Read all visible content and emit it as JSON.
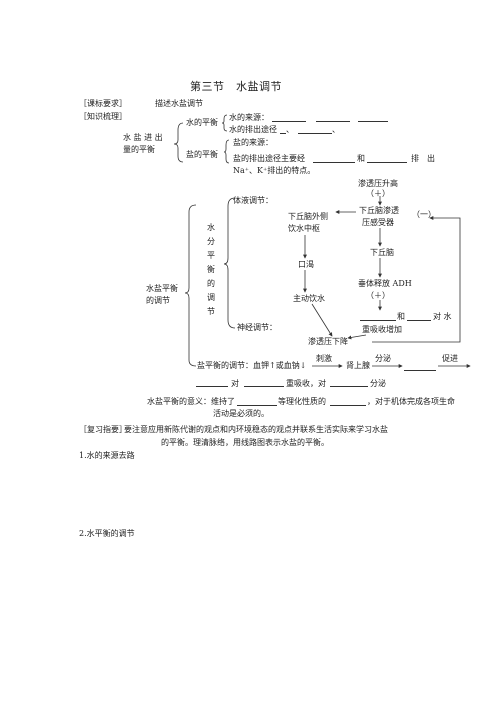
{
  "title": "第三节　水盐调节",
  "requirements": {
    "label": "［课标要求］",
    "text": "描述水盐调节"
  },
  "outline": {
    "label": "［知识梳理］",
    "root_line1": "水 盐 进 出",
    "root_line2": "量的平衡",
    "water_balance": "水的平衡",
    "water_source": "水的来源：",
    "water_output": "水的排出途径",
    "comma": "、",
    "salt_balance": "盐的平衡",
    "salt_source": "盐的来源：",
    "salt_output_pre": "盐的排出途径主要经",
    "salt_output_and": "和",
    "salt_output_post": "排　出",
    "ion_note": "Na⁺、K⁺排出的特点。"
  },
  "regulation": {
    "root_line1": "水盐平衡",
    "root_line2": "的调节",
    "water_reg_chars": [
      "水",
      "分",
      "平",
      "衡",
      "的",
      "调",
      "节"
    ],
    "humoral": "体液调节：",
    "neural": "神经调节：",
    "osmo_up": "渗透压升高",
    "plus1": "（＋）",
    "receptor_line1": "下丘脑渗透",
    "receptor_line2": "压感受器",
    "minus": "（一）",
    "hypothalamus_outer_line1": "下丘脑外侧",
    "hypothalamus_outer_line2": "饮水中枢",
    "hypothalamus": "下丘脑",
    "thirst": "口渴",
    "drink": "主动饮水",
    "adh": "垂体释放 ADH",
    "plus2": "（＋）",
    "and": "和",
    "water_word": "对 水",
    "reabsorb": "重吸收增加",
    "osmo_down": "渗透压下降",
    "salt_reg_pre": "盐平衡的调节：血钾↑或血钠↓",
    "stimulate": "刺激",
    "adrenal": "肾上腺",
    "secrete": "分泌",
    "promote": "促进",
    "dui": "对",
    "reabsorb2": "重吸收，对",
    "secrete2": "分泌"
  },
  "significance": {
    "line1_pre": "水盐平衡的意义：维持了",
    "line1_mid": "等理化性质的",
    "line1_post": "，对于机体完成各项生命",
    "line2": "活动是必须的。"
  },
  "review": {
    "label": "［复习指要］",
    "line1": "要注意应用新陈代谢的观点和内环境稳态的观点并联系生活实际来学习水盐",
    "line2": "的平衡。理清脉络，用线路图表示水盐的平衡。"
  },
  "sections": {
    "s1": "1.水的来源去路",
    "s2": "2.水平衡的调节"
  }
}
